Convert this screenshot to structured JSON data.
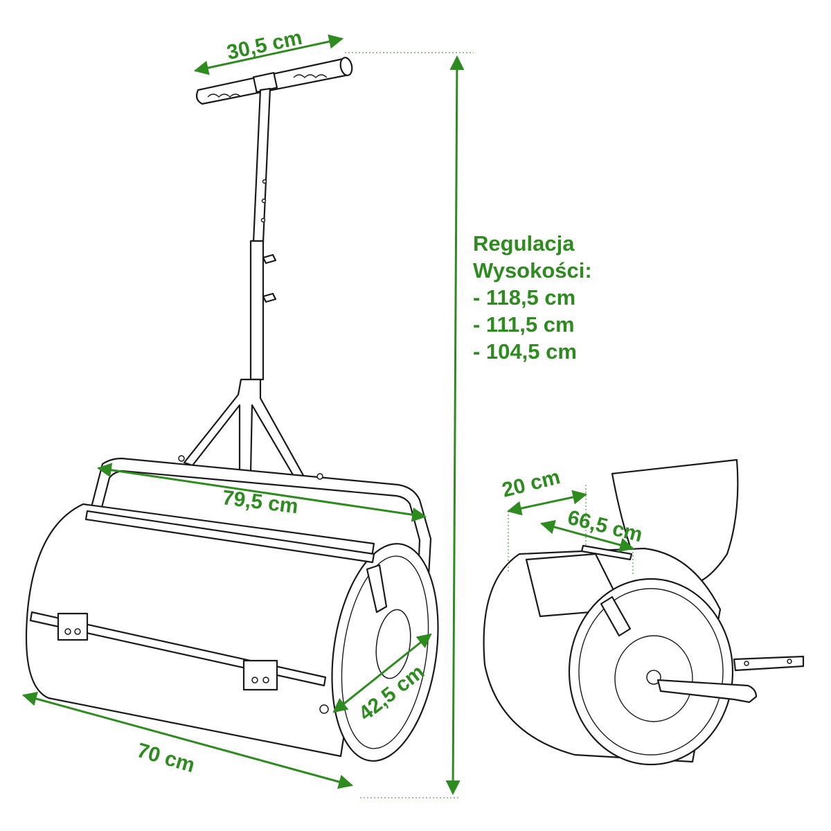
{
  "colors": {
    "dimension": "#2e8b1f",
    "outline": "#1a1a1a",
    "background": "#ffffff"
  },
  "dimensions": {
    "handle_width": "30,5 cm",
    "frame_width": "79,5 cm",
    "drum_length": "70 cm",
    "drum_diameter": "42,5 cm",
    "lid_depth": "20 cm",
    "lid_opening": "66,5 cm"
  },
  "height_note": {
    "title_line1": "Regulacja",
    "title_line2": "Wysokości:",
    "options": [
      "- 118,5 cm",
      "- 111,5 cm",
      "- 104,5 cm"
    ]
  }
}
